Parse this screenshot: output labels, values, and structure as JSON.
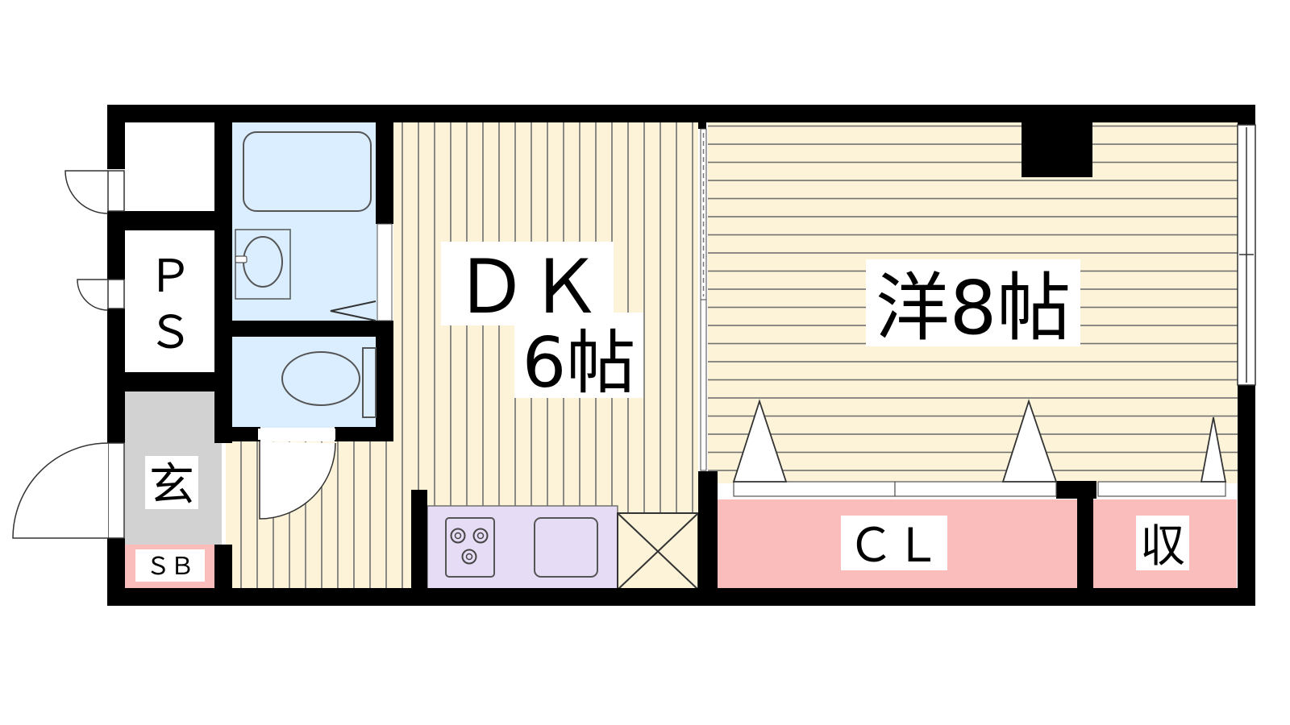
{
  "rooms": {
    "dk_line1": "ＤＫ",
    "dk_line2": "6帖",
    "western": "洋8帖",
    "closet": "ＣＬ",
    "storage": "収",
    "entrance": "玄",
    "shoe_box": "ＳＢ",
    "pipe_space_line1": "Ｐ",
    "pipe_space_line2": "Ｓ"
  },
  "colors": {
    "wall": "#000000",
    "floor_wood": "#fdf3d8",
    "floor_lines": "#707070",
    "wet_area": "#daeeff",
    "kitchen": "#e6dcf5",
    "closet": "#fbbcbc",
    "entrance": "#d2d2d2",
    "background": "#ffffff"
  }
}
